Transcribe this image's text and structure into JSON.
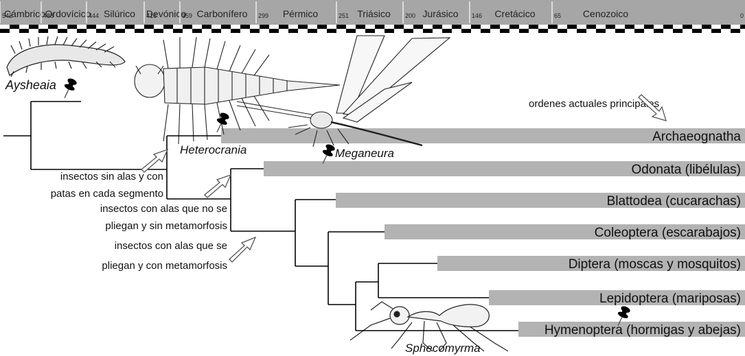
{
  "timescale": {
    "periods": [
      {
        "name": "Cámbrico",
        "start": "542"
      },
      {
        "name": "Ordovícico",
        "start": "488"
      },
      {
        "name": "Silúrico",
        "start": "444"
      },
      {
        "name": "Devónico",
        "start": "416"
      },
      {
        "name": "Carbonífero",
        "start": "359"
      },
      {
        "name": "Pérmico",
        "start": "299"
      },
      {
        "name": "Triásico",
        "start": "251"
      },
      {
        "name": "Jurásico",
        "start": "200"
      },
      {
        "name": "Cretácico",
        "start": "146"
      },
      {
        "name": "Cenozoico",
        "start": "65"
      }
    ],
    "end": "0"
  },
  "orders": [
    {
      "name": "Archaeognatha"
    },
    {
      "name": "Odonata (libélulas)"
    },
    {
      "name": "Blattodea (cucarachas)"
    },
    {
      "name": "Coleoptera (escarabajos)"
    },
    {
      "name": "Diptera (moscas y mosquitos)"
    },
    {
      "name": "Lepidoptera (mariposas)"
    },
    {
      "name": "Hymenoptera (hormigas y abejas)"
    }
  ],
  "fossils": {
    "aysheaia": "Aysheaia",
    "heterocrania": "Heterocrania",
    "meganeura": "Meganeura",
    "sphecomyrma": "Sphecomyrma"
  },
  "annotations": {
    "modern_orders": "ordenes actuales principales",
    "wingless": [
      "insectos sin alas y con",
      "patas en cada segmento"
    ],
    "nonfolding": [
      "insectos con alas que no se",
      "pliegan y sin metamorfosis"
    ],
    "folding": [
      "insectos con alas que se",
      "pliegan y con metamorfosis"
    ]
  },
  "colors": {
    "header_band": "#a6a6a6",
    "order_bar": "#b3b3b3",
    "tree_line": "#000000"
  }
}
